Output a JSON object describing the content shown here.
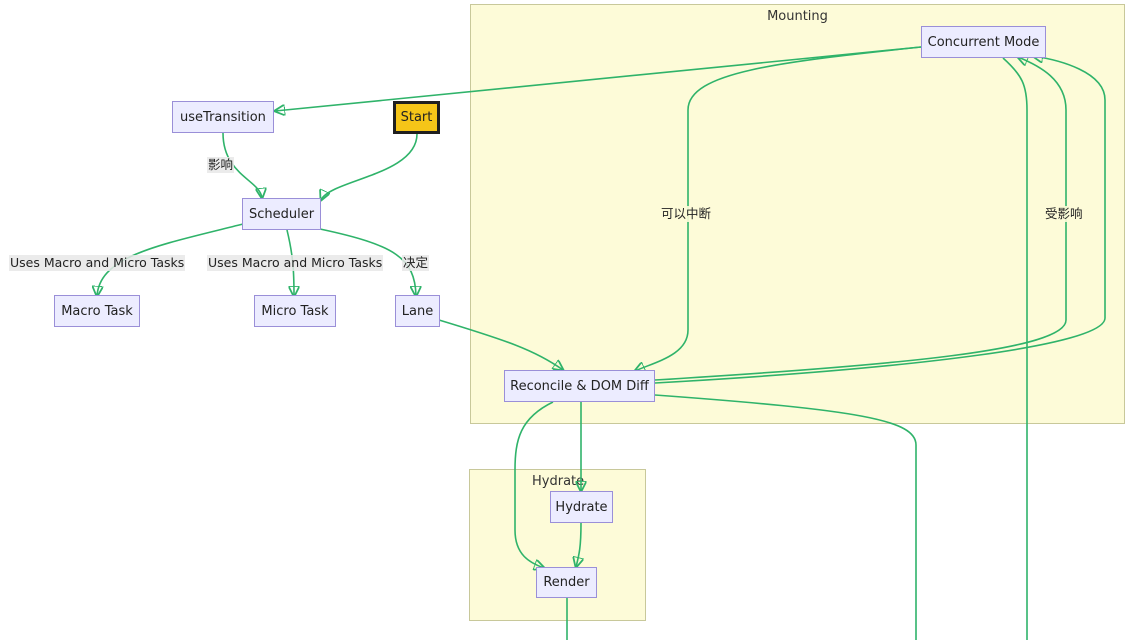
{
  "clusters": {
    "mounting": "Mounting",
    "hydrate": "Hydrate"
  },
  "nodes": {
    "concurrent_mode": "Concurrent Mode",
    "use_transition": "useTransition",
    "start": "Start",
    "scheduler": "Scheduler",
    "macro_task": "Macro Task",
    "micro_task": "Micro Task",
    "lane": "Lane",
    "reconcile": "Reconcile & DOM Diff",
    "hydrate": "Hydrate",
    "render": "Render"
  },
  "edge_labels": {
    "affects": "影响",
    "uses_macro": "Uses Macro and Micro Tasks",
    "uses_micro": "Uses Macro and Micro Tasks",
    "decides": "决定",
    "interruptible": "可以中断",
    "affected": "受影响"
  },
  "colors": {
    "edge": "#2fb36a",
    "node_fill": "#ececff",
    "node_border": "#9a8fd8",
    "cluster_fill": "#fdfbd8",
    "start_fill": "#f5c518"
  }
}
